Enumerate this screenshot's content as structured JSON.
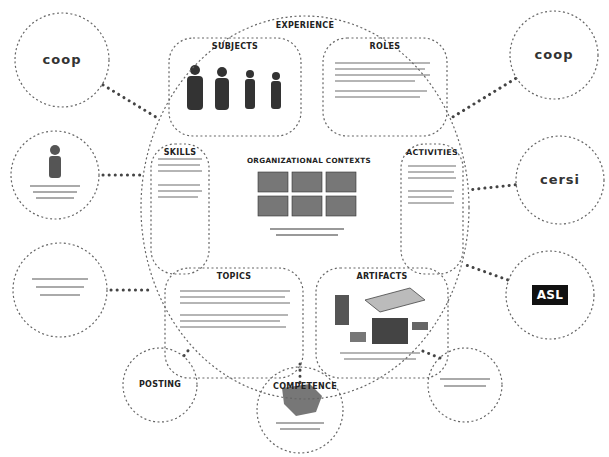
{
  "diagram": {
    "nodes": [
      {
        "text": [
          "EXPERIENCE",
          "COMPETENCE"
        ]
      },
      {
        "text": [
          "SUBJECTS"
        ],
        "in": 0
      },
      {
        "text": [
          "ROLES"
        ],
        "in": 0
      },
      {
        "text": [
          "ACTIVITIES"
        ],
        "in": 0
      },
      {
        "text": [
          "ARTIFACTS"
        ],
        "in": 0
      },
      {
        "text": [
          "TOPICS"
        ],
        "in": 0
      },
      {
        "text": [
          "SKILLS"
        ],
        "in": 0
      },
      {
        "text": [
          "ORGANIZATIONAL CONTEXTS"
        ],
        "in": 0
      },
      {
        "text": [
          "coop"
        ]
      },
      {
        "text": [
          "coop"
        ]
      },
      {
        "text": [
          "cersi"
        ]
      },
      {
        "text": [
          "ASL"
        ]
      },
      {
        "text": [
          "POSTING"
        ]
      }
    ],
    "edges": [
      {
        "from": 8,
        "to": 0,
        "arrow": "none"
      },
      {
        "from": 9,
        "to": 0,
        "arrow": "none"
      },
      {
        "from": 10,
        "to": 0,
        "arrow": "none"
      },
      {
        "from": 11,
        "to": 0,
        "arrow": "none"
      },
      {
        "from": 12,
        "to": 0,
        "arrow": "none"
      }
    ]
  }
}
